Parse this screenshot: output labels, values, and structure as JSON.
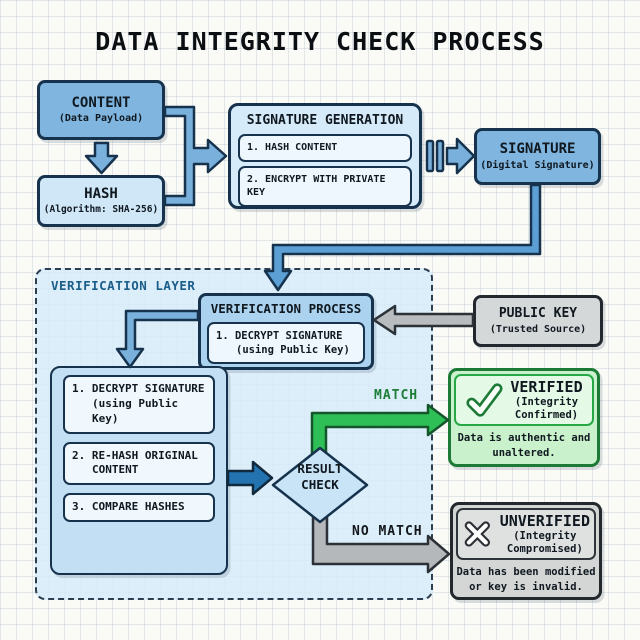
{
  "title": "DATA INTEGRITY CHECK PROCESS",
  "nodes": {
    "content": {
      "title": "CONTENT",
      "subtitle": "(Data Payload)"
    },
    "hash": {
      "title": "HASH",
      "subtitle": "(Algorithm: SHA-256)"
    },
    "signature_generation": {
      "title": "SIGNATURE GENERATION",
      "steps": [
        "1. HASH CONTENT",
        "2. ENCRYPT WITH PRIVATE KEY"
      ]
    },
    "signature": {
      "title": "SIGNATURE",
      "subtitle": "(Digital Signature)"
    },
    "verification_layer": {
      "label": "VERIFICATION LAYER"
    },
    "verification_process": {
      "title": "VERIFICATION PROCESS",
      "step_line1": "1. DECRYPT SIGNATURE",
      "step_line2": "(using Public Key)"
    },
    "public_key": {
      "title": "PUBLIC KEY",
      "subtitle": "(Trusted Source)"
    },
    "verification_steps": {
      "step1_line1": "1. DECRYPT SIGNATURE",
      "step1_line2": "(using Public Key)",
      "step2_line1": "2. RE-HASH ORIGINAL",
      "step2_line2": "CONTENT",
      "step3_line1": "3. COMPARE HASHES"
    },
    "result_check": {
      "line1": "RESULT",
      "line2": "CHECK"
    },
    "verified": {
      "title": "VERIFIED",
      "subtitle_line1": "(Integrity",
      "subtitle_line2": "Confirmed)",
      "description": "Data is authentic and unaltered."
    },
    "unverified": {
      "title": "UNVERIFIED",
      "subtitle_line1": "(Integrity",
      "subtitle_line2": "Compromised)",
      "description": "Data has been modified or key is invalid."
    }
  },
  "edge_labels": {
    "match": "MATCH",
    "no_match": "NO MATCH"
  },
  "colors": {
    "node_blue_strong": "#7fb5de",
    "node_blue_light": "#cfe7f7",
    "panel_blue": "#d6ecfa",
    "arrow_blue": "#7ab1dc",
    "arrow_blue_dark": "#2273b0",
    "pipe_blue": "#5b9fd4",
    "success_green": "#2fbf57",
    "success_dark": "#1d7a36",
    "neutral_gray": "#b5b8ba",
    "outline_dark": "#16324c"
  }
}
